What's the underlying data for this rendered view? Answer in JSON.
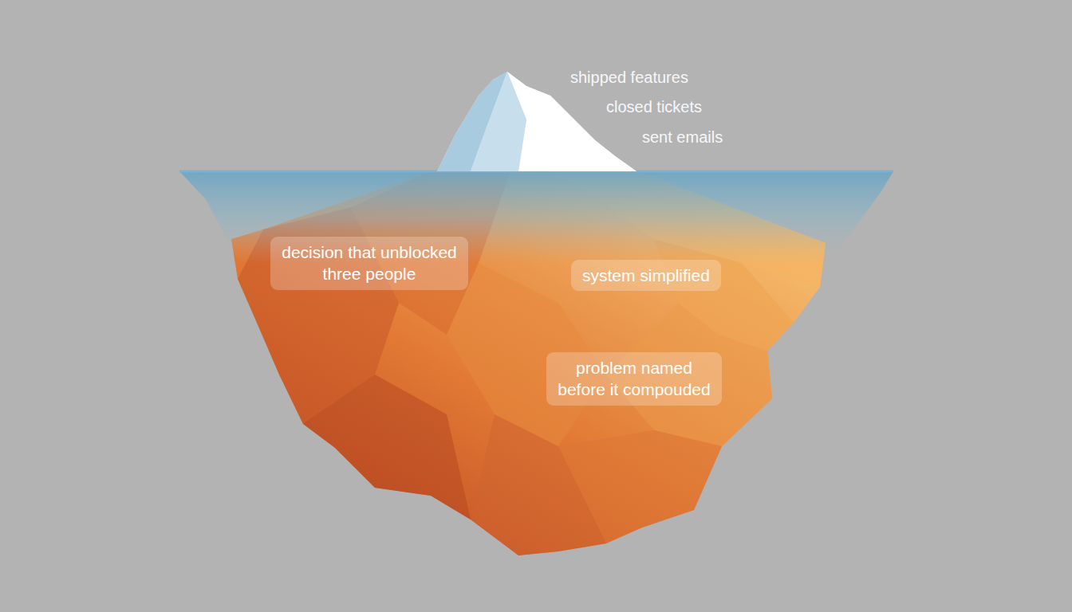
{
  "diagram": {
    "nodes": [
      {
        "text": [
          "decision that unblocked three people"
        ]
      },
      {
        "text": [
          "system simplified"
        ]
      },
      {
        "text": [
          "problem named before it compouded"
        ]
      }
    ],
    "labels": [
      "shipped features",
      "closed tickets",
      "sent emails"
    ]
  }
}
